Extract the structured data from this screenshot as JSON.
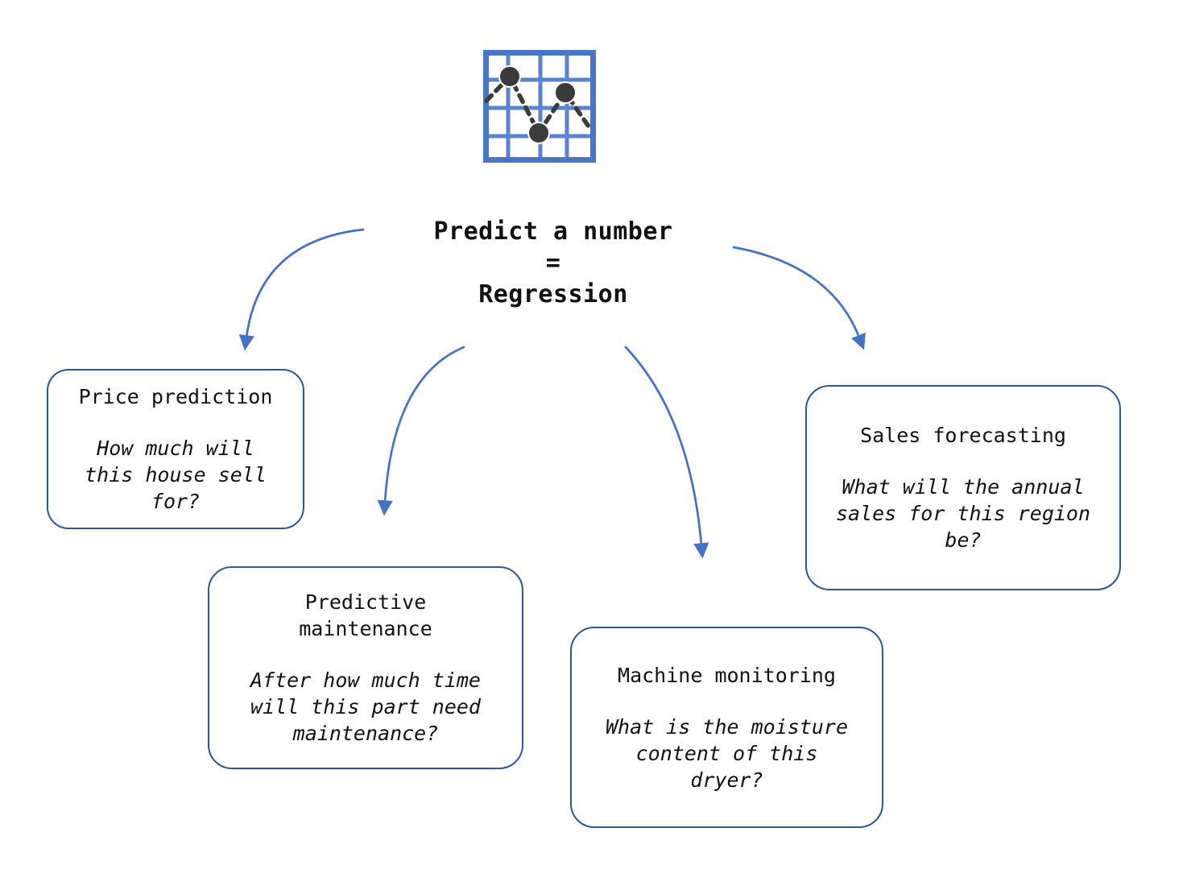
{
  "diagram": {
    "title": "Predict a number\n=\nRegression",
    "icon": {
      "name": "scatter-chart-icon"
    },
    "nodes": [
      {
        "id": "price-prediction",
        "title": "Price prediction",
        "question": "How much will\nthis house sell\nfor?"
      },
      {
        "id": "predictive-maintenance",
        "title": "Predictive\nmaintenance",
        "question": "After how much time\nwill this part need\nmaintenance?"
      },
      {
        "id": "machine-monitoring",
        "title": "Machine monitoring",
        "question": "What is the moisture\ncontent of this\ndryer?"
      },
      {
        "id": "sales-forecasting",
        "title": "Sales forecasting",
        "question": "What will the annual\nsales for this region\nbe?"
      }
    ],
    "colors": {
      "arrow": "#4472C4",
      "box_border": "#2F5597",
      "icon_grid": "#4F79C6",
      "icon_dots": "#3B3B3B",
      "text": "#111111"
    }
  }
}
